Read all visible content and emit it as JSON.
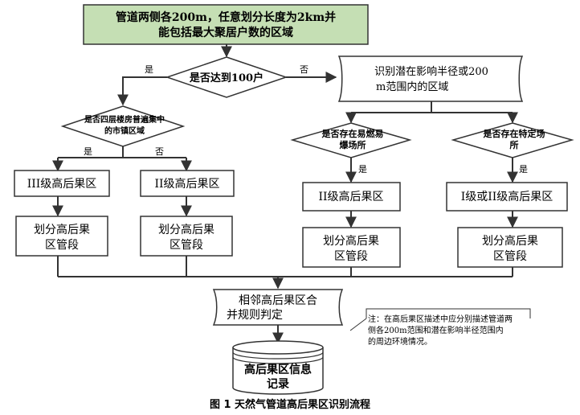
{
  "diagram": {
    "start": "管道两侧各200m，任意划分长度为2km并能包括最大聚居户数的区域",
    "decision_100": "是否达到100户",
    "yes": "是",
    "no": "否",
    "decision_town": "是否四层楼房普遍集中的市镇区域",
    "identify_area": "识别潜在影响半径或200m范围内的区域",
    "decision_flammable": "是否存在易燃易爆场所",
    "decision_specific": "是否存在特定场所",
    "class3": "III级高后果区",
    "class2_left": "II级高后果区",
    "class2_right": "II级高后果区",
    "class1or2": "I级或II级高后果区",
    "divide": "划分高后果区管段",
    "merge": "相邻高后果区合并规则判定",
    "note": "注：在高后果区描述中应分别描述管道两侧各200m范围和潜在影响半径范围内的周边环境情况。",
    "record": "高后果区信息记录"
  },
  "caption": "图 1  天然气管道高后果区识别流程",
  "colors": {
    "start_fill": "#c5dfb4",
    "line": "#333333"
  }
}
